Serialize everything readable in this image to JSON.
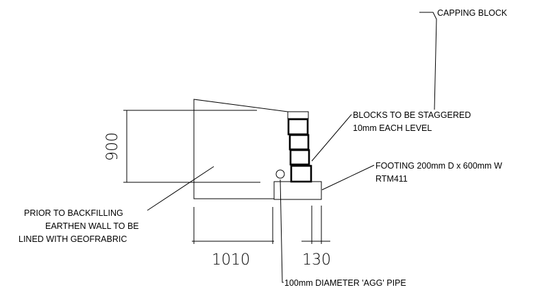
{
  "labels": {
    "capping_block": "CAPPING BLOCK",
    "blocks_staggered_line1": "BLOCKS TO BE STAGGERED",
    "blocks_staggered_line2": "10mm EACH LEVEL",
    "footing_line1": "FOOTING 200mm D x 600mm W",
    "footing_line2": "RTM411",
    "backfill_line1": "PRIOR TO BACKFILLING",
    "backfill_line2": "EARTHEN WALL TO BE",
    "backfill_line3": "LINED WITH GEOFRABRIC",
    "agg_pipe": "100mm DIAMETER 'AGG' PIPE"
  },
  "dimensions": {
    "wall_height": "900",
    "wall_width": "1010",
    "footing_offset": "130"
  }
}
